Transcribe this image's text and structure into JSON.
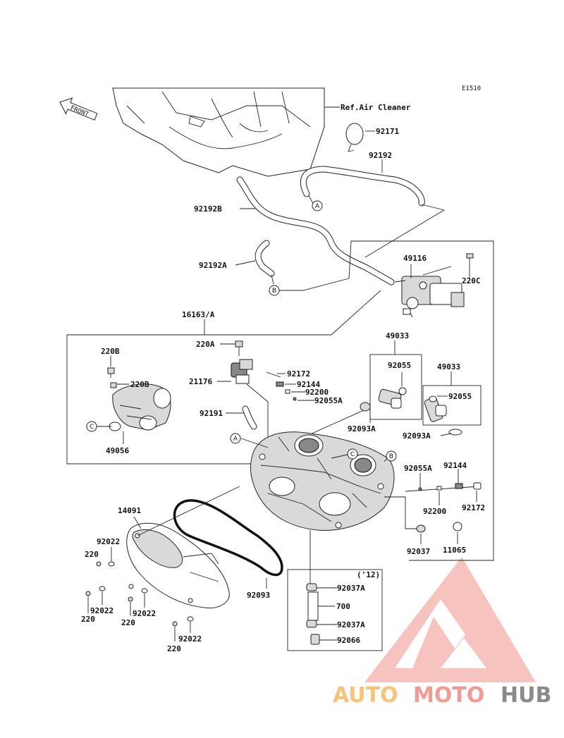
{
  "diagram_code": "E1510",
  "front_label": "FRONT",
  "ref_label": "Ref.Air Cleaner",
  "year_note": "('12)",
  "circle_markers": {
    "a": "A",
    "b": "B",
    "c": "C"
  },
  "part_labels": {
    "p92171": "92171",
    "p92192": "92192",
    "p92192B": "92192B",
    "p92192A": "92192A",
    "p49116": "49116",
    "p220C": "220C",
    "p16163A": "16163/A",
    "p49033_left": "49033",
    "p49033_right": "49033",
    "p220A": "220A",
    "p220B_top": "220B",
    "p220B_mid": "220B",
    "p92172_top": "92172",
    "p92144_top": "92144",
    "p92200_top": "92200",
    "p92055A_top": "92055A",
    "p21176": "21176",
    "p92191": "92191",
    "p92055_left": "92055",
    "p92055_right": "92055",
    "p92093A_left": "92093A",
    "p92093A_right": "92093A",
    "p49056": "49056",
    "p92055A_right": "92055A",
    "p92144_right": "92144",
    "p92200_right": "92200",
    "p92172_right": "92172",
    "p14091": "14091",
    "p92022_a": "92022",
    "p220_a": "220",
    "p92022_b": "92022",
    "p220_b": "220",
    "p220_c": "220",
    "p92022_c": "92022",
    "p92022_d": "92022",
    "p220_d": "220",
    "p92093": "92093",
    "p92037": "92037",
    "p11065": "11065",
    "p92037A_top": "92037A",
    "p700": "700",
    "p92037A_bot": "92037A",
    "p92066": "92066"
  },
  "watermark": {
    "part1": "AUTO",
    "part2": "MOTO",
    "part3": "HUB"
  },
  "colors": {
    "watermark_triangle": "#f4a7a0",
    "watermark_auto": "#f7c27a",
    "watermark_moto": "#f19b94",
    "watermark_hub": "#8a8a8a"
  }
}
